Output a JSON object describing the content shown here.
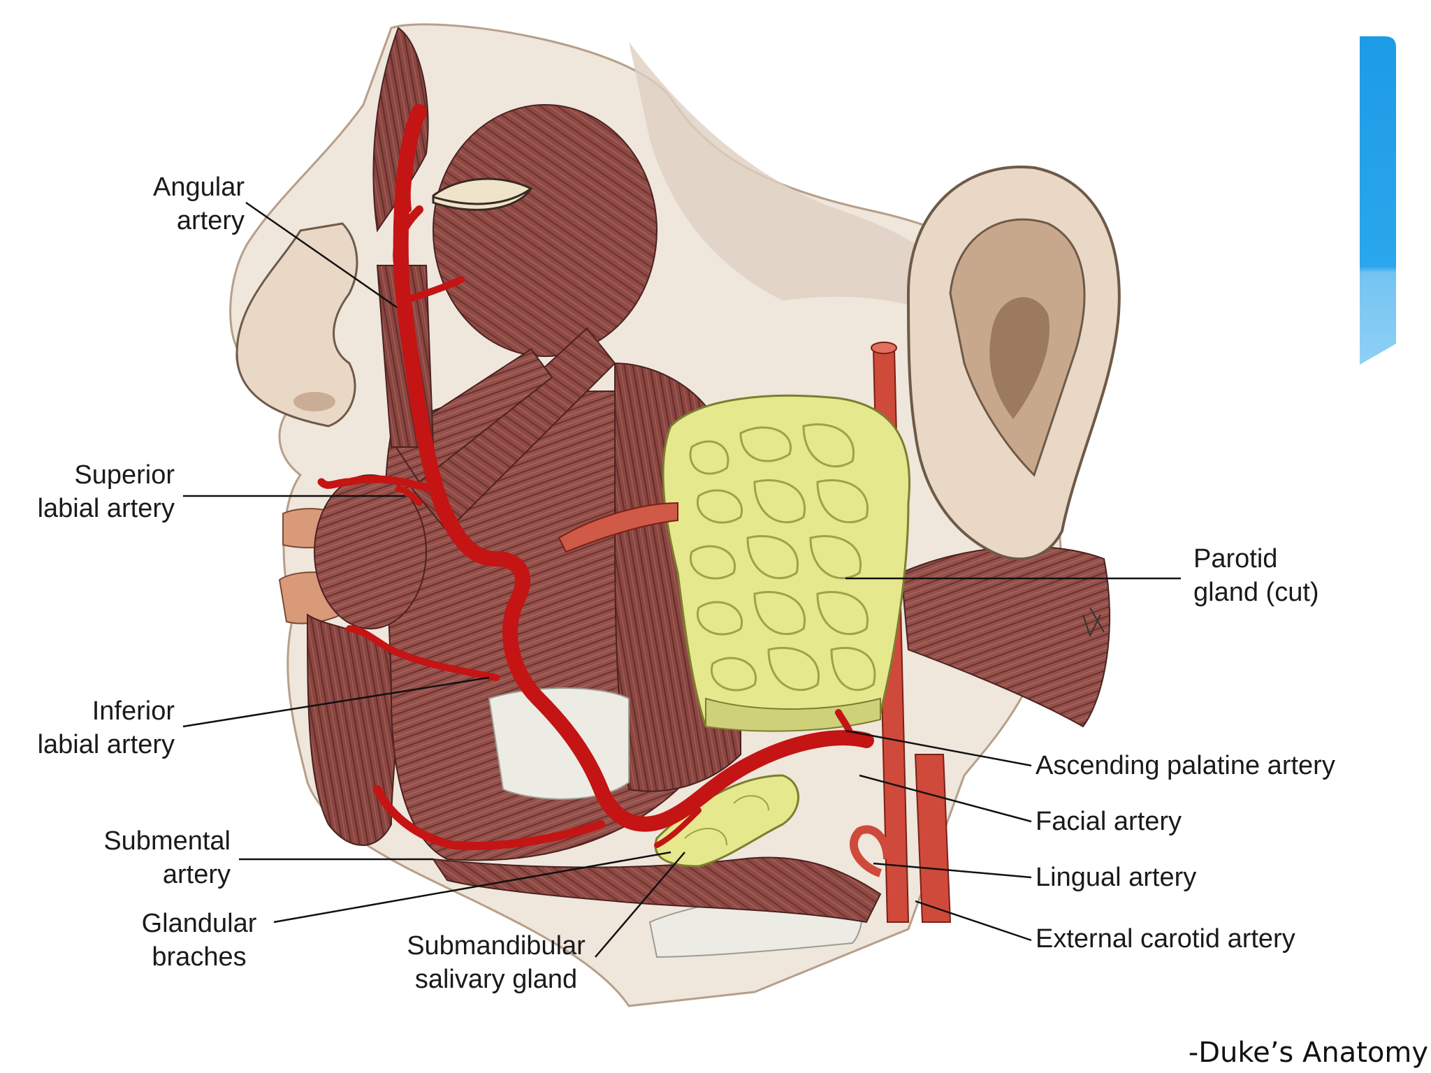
{
  "figure": {
    "labels": {
      "angular_artery": [
        "Angular",
        "artery"
      ],
      "superior_labial_artery": [
        "Superior",
        "labial artery"
      ],
      "inferior_labial_artery": [
        "Inferior",
        "labial artery"
      ],
      "submental_artery": [
        "Submental",
        "artery"
      ],
      "glandular_branches": [
        "Glandular",
        "braches"
      ],
      "submandibular_salivary_gland": [
        "Submandibular",
        "salivary gland"
      ],
      "parotid_gland": [
        "Parotid",
        "gland (cut)"
      ],
      "ascending_palatine_artery": "Ascending palatine artery",
      "facial_artery": "Facial artery",
      "lingual_artery": "Lingual artery",
      "external_carotid_artery": "External carotid artery"
    },
    "credit": "-Duke’s Anatomy"
  },
  "colors": {
    "muscle": "#8e4a44",
    "muscle_dark": "#5e2b28",
    "artery": "#c41414",
    "artery_dark": "#8a0f0f",
    "carotid": "#cf4a3a",
    "gland": "#e6e88e",
    "gland_edge": "#9fa24a",
    "skin": "#ead8c6",
    "skin_shadow": "#cdb49d",
    "bone": "#ecece4",
    "accent_tab": "#1e9be6",
    "accent_tab_light": "#73c4f2"
  }
}
